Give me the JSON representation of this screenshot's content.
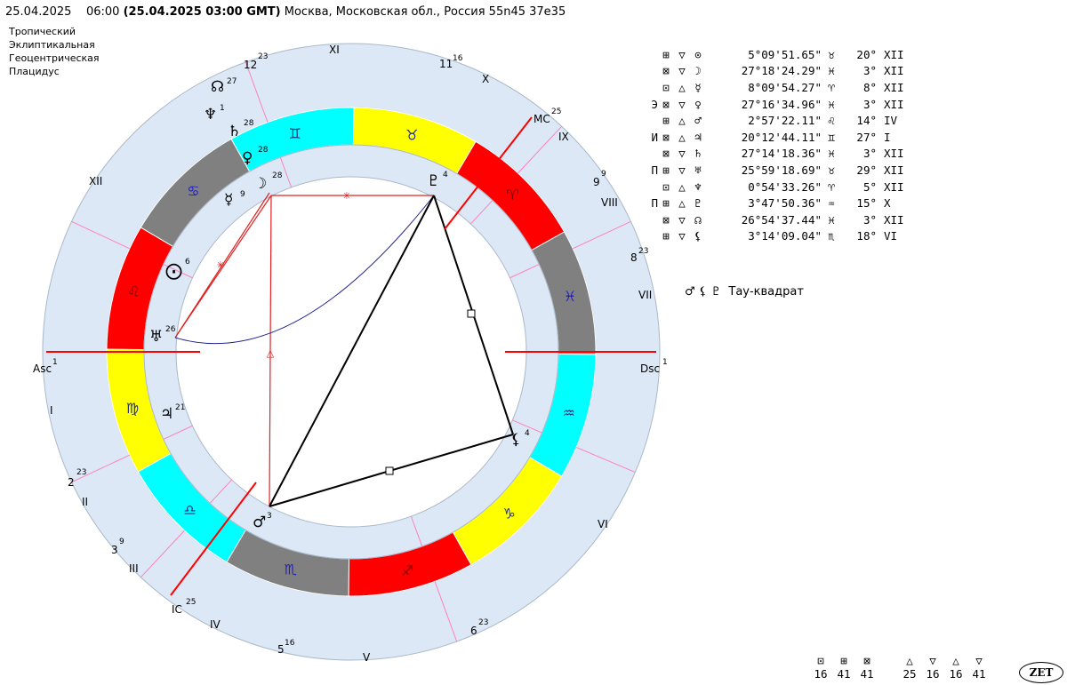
{
  "header": {
    "date": "25.04.2025",
    "time": "06:00",
    "gmt": "(25.04.2025  03:00 GMT)",
    "place": "Москва, Московская обл., Россия 55n45  37e35"
  },
  "options": [
    "Тропический",
    "Эклиптикальная",
    "Геоцентрическая",
    "Плацидус"
  ],
  "colors": {
    "fire": "#ff0000",
    "earth": "#ffff00",
    "air": "#00ffff",
    "water": "#808080",
    "outer_ring": "#dce8f6",
    "house_line": "#ff80c0",
    "axis": "#ff0000"
  },
  "zodiac": [
    {
      "name": "aries",
      "glyph": "♈"
    },
    {
      "name": "taurus",
      "glyph": "♉"
    },
    {
      "name": "gemini",
      "glyph": "♊"
    },
    {
      "name": "cancer",
      "glyph": "♋"
    },
    {
      "name": "leo",
      "glyph": "♌"
    },
    {
      "name": "virgo",
      "glyph": "♍"
    },
    {
      "name": "libra",
      "glyph": "♎"
    },
    {
      "name": "scorpio",
      "glyph": "♏"
    },
    {
      "name": "sagittarius",
      "glyph": "♐"
    },
    {
      "name": "capricorn",
      "glyph": "♑"
    },
    {
      "name": "aquarius",
      "glyph": "♒"
    },
    {
      "name": "pisces",
      "glyph": "♓"
    }
  ],
  "axes": {
    "asc": "Asc",
    "asc_deg": "1",
    "dsc": "Dsc",
    "dsc_deg": "1",
    "mc": "MC",
    "mc_deg": "25",
    "ic": "IC",
    "ic_deg": "25"
  },
  "house_numerals": [
    "I",
    "II",
    "III",
    "IV",
    "V",
    "VI",
    "VII",
    "VIII",
    "IX",
    "X",
    "XI",
    "XII"
  ],
  "cusp_labels": [
    {
      "house": "2",
      "deg": "23"
    },
    {
      "house": "3",
      "deg": "9"
    },
    {
      "house": "5",
      "deg": "16"
    },
    {
      "house": "6",
      "deg": "23"
    },
    {
      "house": "8",
      "deg": "23"
    },
    {
      "house": "9",
      "deg": "9"
    },
    {
      "house": "11",
      "deg": "16"
    },
    {
      "house": "12",
      "deg": "23"
    }
  ],
  "wheel_planets": [
    {
      "name": "north-node",
      "glyph": "☊",
      "deg": "27"
    },
    {
      "name": "neptune",
      "glyph": "♆",
      "deg": "1"
    },
    {
      "name": "saturn",
      "glyph": "♄",
      "deg": "28"
    },
    {
      "name": "venus",
      "glyph": "♀",
      "deg": "28"
    },
    {
      "name": "moon",
      "glyph": "☽",
      "deg": "28"
    },
    {
      "name": "mercury",
      "glyph": "☿",
      "deg": "9"
    },
    {
      "name": "sun",
      "glyph": "⨀",
      "deg": "6"
    },
    {
      "name": "uranus",
      "glyph": "♅",
      "deg": "26"
    },
    {
      "name": "jupiter",
      "glyph": "♃",
      "deg": "21"
    },
    {
      "name": "mars",
      "glyph": "♂",
      "deg": "3"
    },
    {
      "name": "lilith",
      "glyph": "⚸",
      "deg": "4"
    },
    {
      "name": "pluto",
      "glyph": "♇",
      "deg": "4"
    }
  ],
  "table": [
    {
      "pre": "",
      "asp1": "⊞",
      "asp2": "▽",
      "planet": "⊙",
      "pos": "5°09'51.65\"",
      "sign": "♉",
      "deg": "20°",
      "house": "XII"
    },
    {
      "pre": "",
      "asp1": "⊠",
      "asp2": "▽",
      "planet": "☽",
      "pos": "27°18'24.29\"",
      "sign": "♓",
      "deg": "3°",
      "house": "XII"
    },
    {
      "pre": "",
      "asp1": "⊡",
      "asp2": "△",
      "planet": "☿",
      "pos": "8°09'54.27\"",
      "sign": "♈",
      "deg": "8°",
      "house": "XII"
    },
    {
      "pre": "Э",
      "asp1": "⊠",
      "asp2": "▽",
      "planet": "♀",
      "pos": "27°16'34.96\"",
      "sign": "♓",
      "deg": "3°",
      "house": "XII"
    },
    {
      "pre": "",
      "asp1": "⊞",
      "asp2": "△",
      "planet": "♂",
      "pos": "2°57'22.11\"",
      "sign": "♌",
      "deg": "14°",
      "house": "IV"
    },
    {
      "pre": "И",
      "asp1": "⊠",
      "asp2": "△",
      "planet": "♃",
      "pos": "20°12'44.11\"",
      "sign": "♊",
      "deg": "27°",
      "house": "I"
    },
    {
      "pre": "",
      "asp1": "⊠",
      "asp2": "▽",
      "planet": "♄",
      "pos": "27°14'18.36\"",
      "sign": "♓",
      "deg": "3°",
      "house": "XII"
    },
    {
      "pre": "П",
      "asp1": "⊞",
      "asp2": "▽",
      "planet": "♅",
      "pos": "25°59'18.69\"",
      "sign": "♉",
      "deg": "29°",
      "house": "XII"
    },
    {
      "pre": "",
      "asp1": "⊡",
      "asp2": "△",
      "planet": "♆",
      "pos": "0°54'33.26\"",
      "sign": "♈",
      "deg": "5°",
      "house": "XII"
    },
    {
      "pre": "П",
      "asp1": "⊞",
      "asp2": "△",
      "planet": "♇",
      "pos": "3°47'50.36\"",
      "sign": "♒",
      "deg": "15°",
      "house": "X"
    },
    {
      "pre": "",
      "asp1": "⊠",
      "asp2": "▽",
      "planet": "☊",
      "pos": "26°54'37.44\"",
      "sign": "♓",
      "deg": "3°",
      "house": "XII"
    },
    {
      "pre": "",
      "asp1": "⊞",
      "asp2": "▽",
      "planet": "⚸",
      "pos": "3°14'09.04\"",
      "sign": "♏",
      "deg": "18°",
      "house": "VI"
    }
  ],
  "configuration": {
    "glyphs": "♂ ⚸ ♇",
    "label": "Тау-квадрат"
  },
  "stats": {
    "quality_icons": [
      "⊡",
      "⊞",
      "⊠"
    ],
    "quality_counts": [
      "16",
      "41",
      "41"
    ],
    "element_icons": [
      "△",
      "▽",
      "△",
      "▽"
    ],
    "element_counts": [
      "25",
      "16",
      "16",
      "41"
    ]
  },
  "logo": "ZET"
}
